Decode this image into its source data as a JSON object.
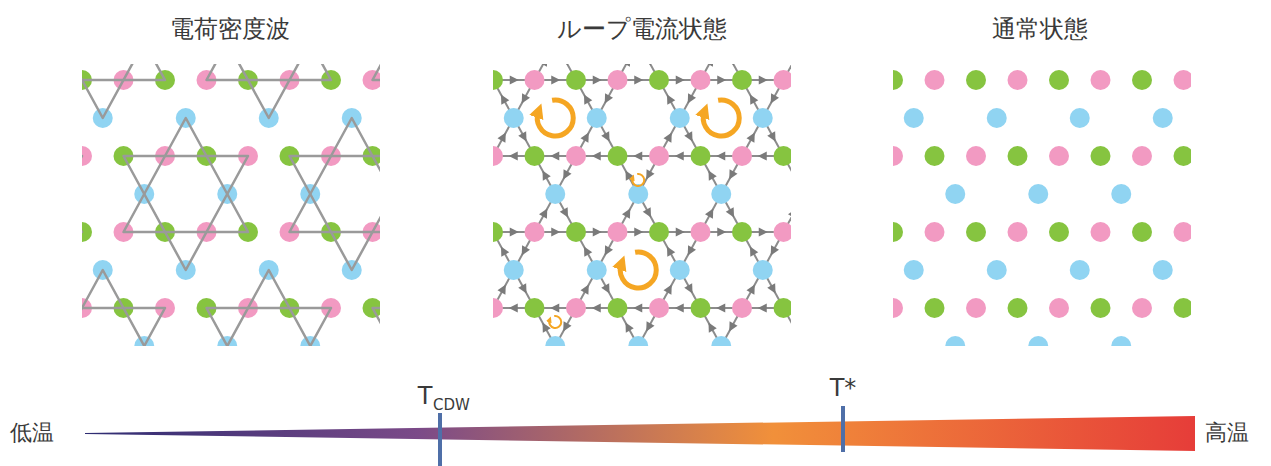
{
  "diagram": {
    "labels": [
      "電荷密度波",
      "ループ電流状態",
      "通常状態",
      "低温",
      "T",
      "CDW",
      "T*",
      "高温"
    ]
  }
}
